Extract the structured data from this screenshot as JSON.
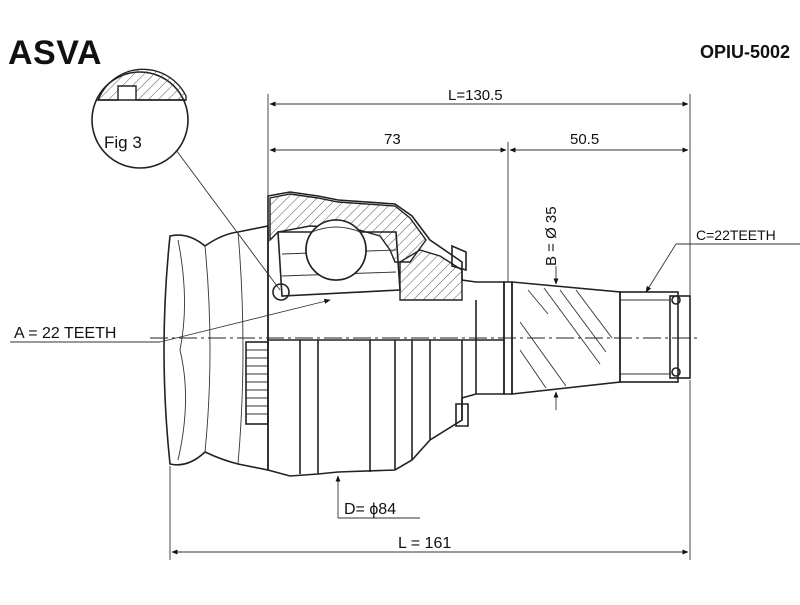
{
  "header": {
    "brand": "ASVA",
    "part_number": "OPIU-5002"
  },
  "detail": {
    "label": "Fig 3"
  },
  "dimensions": {
    "overall_top": "L=130.5",
    "left_section": "73",
    "right_section": "50.5",
    "shaft_diameter": "B = Ø 35",
    "outer_splines": "C=22TEETH",
    "inner_splines": "A = 22 TEETH",
    "housing_diameter": "D= ϕ84",
    "overall_bottom": "L = 161"
  }
}
